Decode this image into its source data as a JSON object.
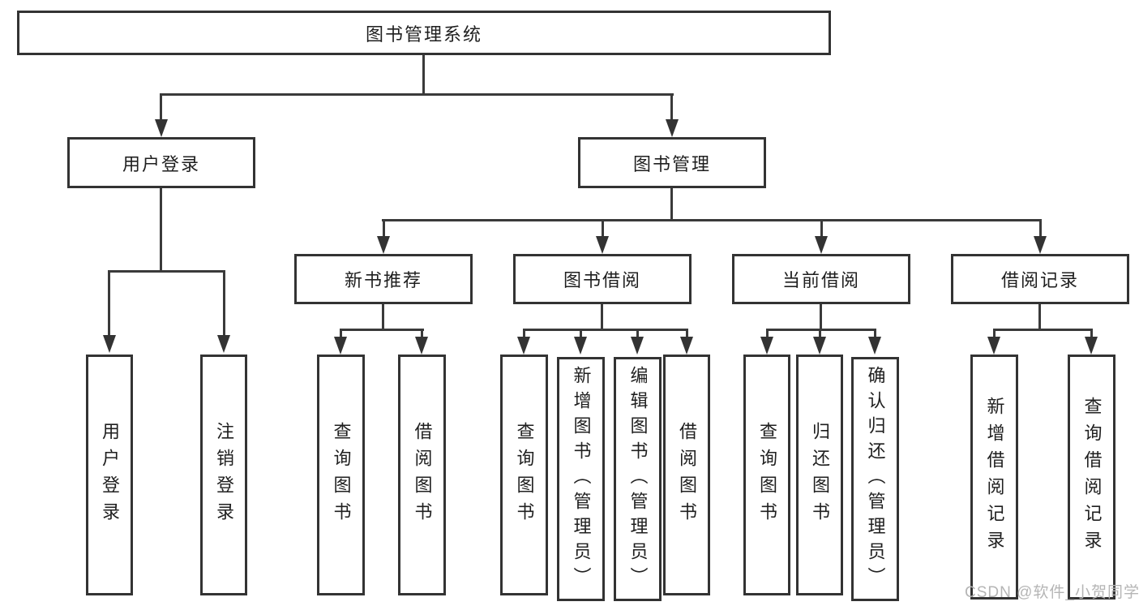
{
  "diagram": {
    "title": "图书管理系统",
    "nodes": {
      "root": {
        "label": "图书管理系统"
      },
      "userLogin": {
        "label": "用户登录"
      },
      "bookMgmt": {
        "label": "图书管理"
      },
      "newBooks": {
        "label": "新书推荐"
      },
      "bookBorrow": {
        "label": "图书借阅"
      },
      "currentBorrow": {
        "label": "当前借阅"
      },
      "borrowRecords": {
        "label": "借阅记录"
      },
      "leafUserLogin": {
        "label": "用户登录"
      },
      "leafLogout": {
        "label": "注销登录"
      },
      "nbQueryBook": {
        "label": "查询图书"
      },
      "nbBorrowBook": {
        "label": "借阅图书"
      },
      "bbQueryBook": {
        "label": "查询图书"
      },
      "bbAddBook": {
        "label": "新增图书（管理员）"
      },
      "bbEditBook": {
        "label": "编辑图书（管理员）"
      },
      "bbBorrowBook": {
        "label": "借阅图书"
      },
      "cbQueryBook": {
        "label": "查询图书"
      },
      "cbReturnBook": {
        "label": "归还图书"
      },
      "cbConfirmReturn": {
        "label": "确认归还（管理员）"
      },
      "brAddRecord": {
        "label": "新增借阅记录"
      },
      "brQueryRecord": {
        "label": "查询借阅记录"
      }
    },
    "colors": {
      "line": "#3a3a3a",
      "border": "#333333",
      "watermark_text": "#b5b5b5",
      "background": "#ffffff"
    },
    "watermark": {
      "text": "CSDN @软件_小贺同学"
    }
  }
}
